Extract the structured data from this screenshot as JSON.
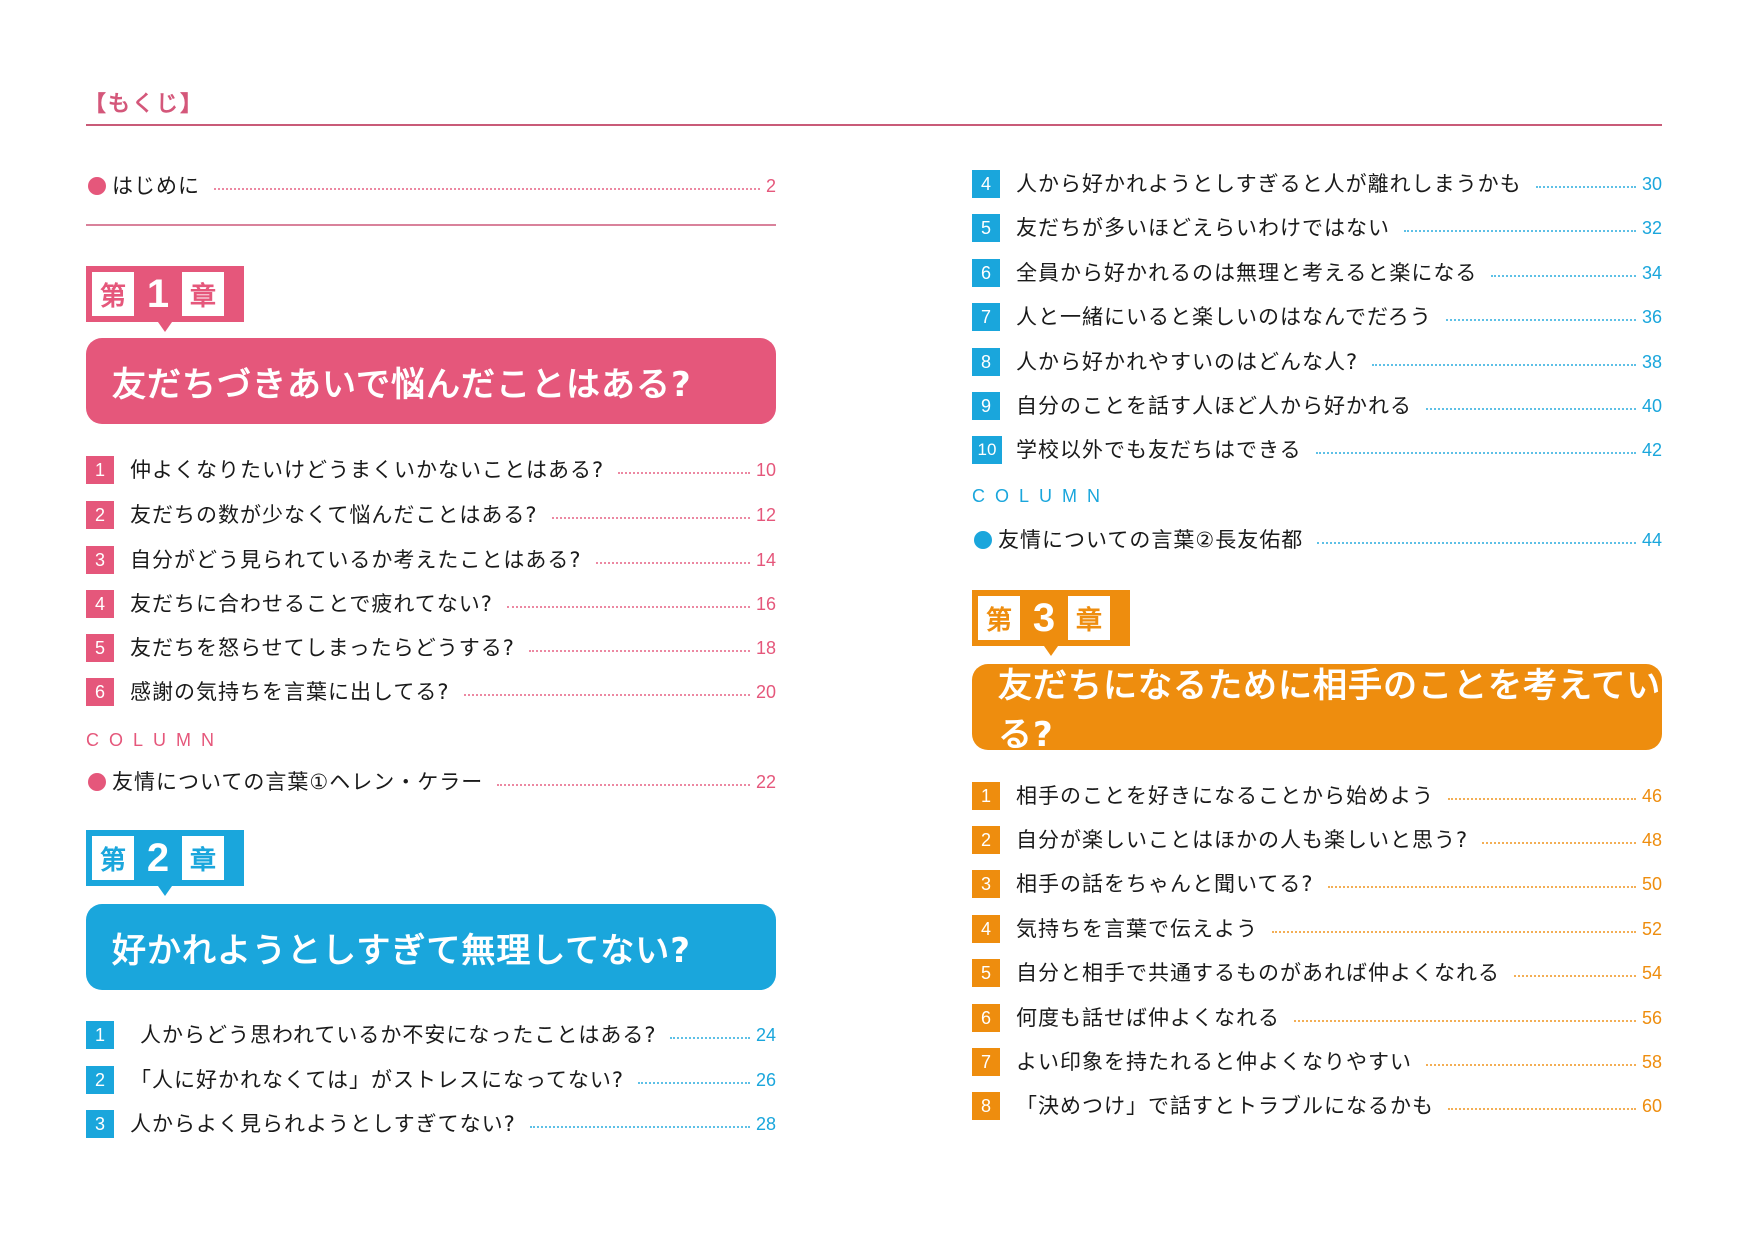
{
  "header": {
    "title": "【もくじ】"
  },
  "colors": {
    "pink": "#e5577b",
    "blue": "#1aa6dc",
    "orange": "#ee8d0e",
    "rule": "#c95b78"
  },
  "intro": {
    "label": "はじめに",
    "page": "2"
  },
  "chapters": [
    {
      "badge": {
        "prefix": "第",
        "number": "1",
        "suffix": "章"
      },
      "title": "友だちづきあいで悩んだことはある?",
      "items": [
        {
          "num": "1",
          "label": "仲よくなりたいけどうまくいかないことはある?",
          "page": "10"
        },
        {
          "num": "2",
          "label": "友だちの数が少なくて悩んだことはある?",
          "page": "12"
        },
        {
          "num": "3",
          "label": "自分がどう見られているか考えたことはある?",
          "page": "14"
        },
        {
          "num": "4",
          "label": "友だちに合わせることで疲れてない?",
          "page": "16"
        },
        {
          "num": "5",
          "label": "友だちを怒らせてしまったらどうする?",
          "page": "18"
        },
        {
          "num": "6",
          "label": "感謝の気持ちを言葉に出してる?",
          "page": "20"
        }
      ],
      "column": {
        "heading": "COLUMN",
        "label": "友情についての言葉①ヘレン・ケラー",
        "page": "22"
      }
    },
    {
      "badge": {
        "prefix": "第",
        "number": "2",
        "suffix": "章"
      },
      "title": "好かれようとしすぎて無理してない?",
      "items": [
        {
          "num": "1",
          "label": "人からどう思われているか不安になったことはある?",
          "page": "24"
        },
        {
          "num": "2",
          "label": "「人に好かれなくては」がストレスになってない?",
          "page": "26"
        },
        {
          "num": "3",
          "label": "人からよく見られようとしすぎてない?",
          "page": "28"
        },
        {
          "num": "4",
          "label": "人から好かれようとしすぎると人が離れしまうかも",
          "page": "30"
        },
        {
          "num": "5",
          "label": "友だちが多いほどえらいわけではない",
          "page": "32"
        },
        {
          "num": "6",
          "label": "全員から好かれるのは無理と考えると楽になる",
          "page": "34"
        },
        {
          "num": "7",
          "label": "人と一緒にいると楽しいのはなんでだろう",
          "page": "36"
        },
        {
          "num": "8",
          "label": "人から好かれやすいのはどんな人?",
          "page": "38"
        },
        {
          "num": "9",
          "label": "自分のことを話す人ほど人から好かれる",
          "page": "40"
        },
        {
          "num": "10",
          "label": "学校以外でも友だちはできる",
          "page": "42"
        }
      ],
      "column": {
        "heading": "COLUMN",
        "label": "友情についての言葉②長友佑都",
        "page": "44"
      }
    },
    {
      "badge": {
        "prefix": "第",
        "number": "3",
        "suffix": "章"
      },
      "title": "友だちになるために相手のことを考えている?",
      "items": [
        {
          "num": "1",
          "label": "相手のことを好きになることから始めよう",
          "page": "46"
        },
        {
          "num": "2",
          "label": "自分が楽しいことはほかの人も楽しいと思う?",
          "page": "48"
        },
        {
          "num": "3",
          "label": "相手の話をちゃんと聞いてる?",
          "page": "50"
        },
        {
          "num": "4",
          "label": "気持ちを言葉で伝えよう",
          "page": "52"
        },
        {
          "num": "5",
          "label": "自分と相手で共通するものがあれば仲よくなれる",
          "page": "54"
        },
        {
          "num": "6",
          "label": "何度も話せば仲よくなれる",
          "page": "56"
        },
        {
          "num": "7",
          "label": "よい印象を持たれると仲よくなりやすい",
          "page": "58"
        },
        {
          "num": "8",
          "label": "「決めつけ」で話すとトラブルになるかも",
          "page": "60"
        }
      ]
    }
  ]
}
